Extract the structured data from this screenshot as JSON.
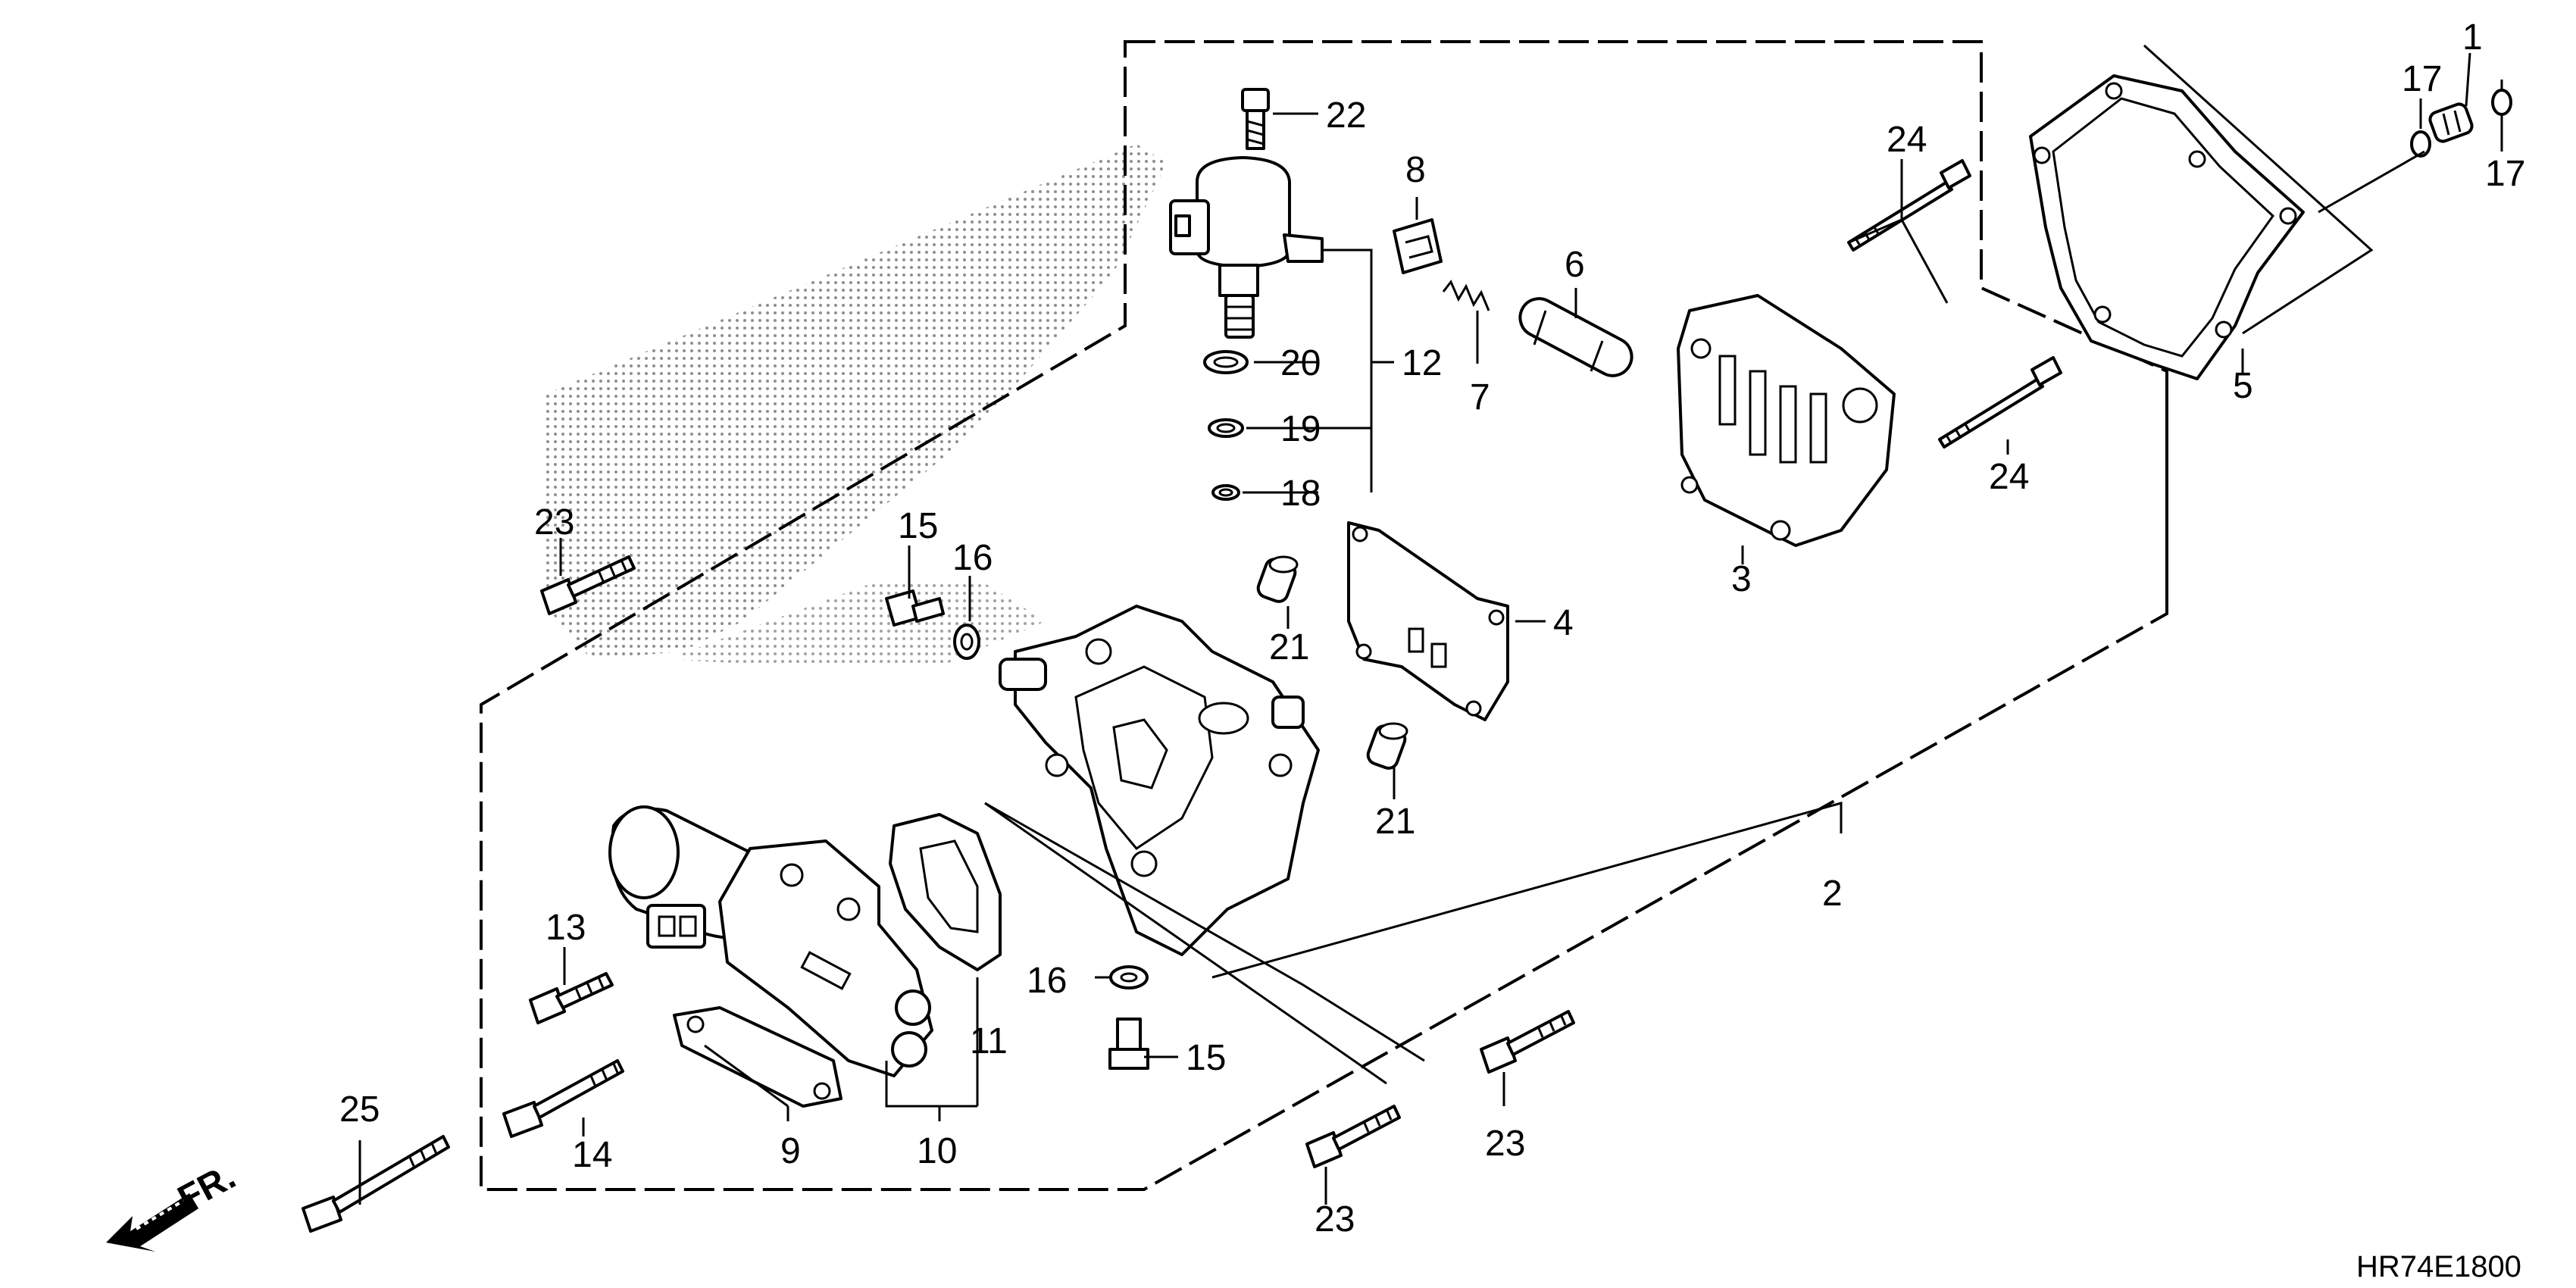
{
  "drawing_code": "HR74E1800",
  "front_mark": "FR.",
  "labels": {
    "l1": "1",
    "l2": "2",
    "l3": "3",
    "l4": "4",
    "l5": "5",
    "l6": "6",
    "l7": "7",
    "l8": "8",
    "l9": "9",
    "l10": "10",
    "l11": "11",
    "l12": "12",
    "l13": "13",
    "l14": "14",
    "l15a": "15",
    "l15b": "15",
    "l16a": "16",
    "l16b": "16",
    "l17a": "17",
    "l17b": "17",
    "l18": "18",
    "l19": "19",
    "l20": "20",
    "l21a": "21",
    "l21b": "21",
    "l22": "22",
    "l23a": "23",
    "l23b": "23",
    "l23c": "23",
    "l24a": "24",
    "l24b": "24",
    "l25": "25"
  }
}
